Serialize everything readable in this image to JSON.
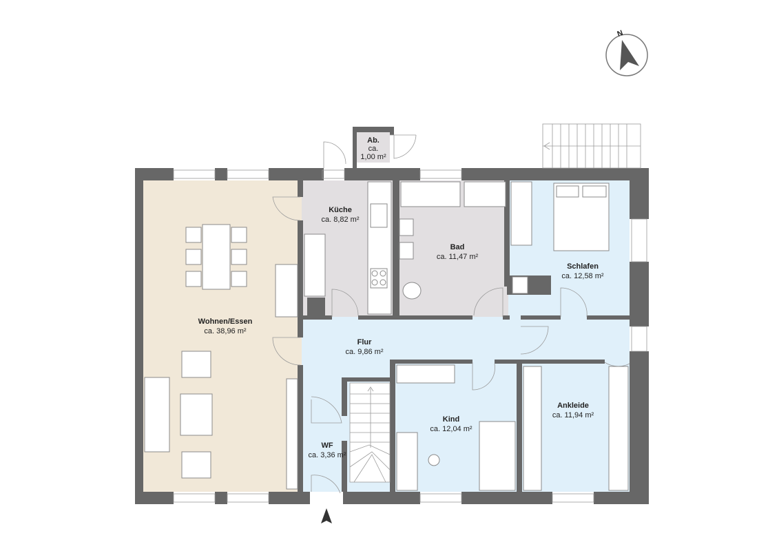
{
  "plan": {
    "compass_letter": "N",
    "rooms": [
      {
        "id": "wohnen",
        "name": "Wohnen/Essen",
        "area": "ca. 38,96 m²",
        "fill": "#f1e8d8"
      },
      {
        "id": "kueche",
        "name": "Küche",
        "area": "ca. 8,82 m²",
        "fill": "#e2dfe1"
      },
      {
        "id": "abstell",
        "name": "Ab.",
        "area_line1": "ca.",
        "area_line2": "1,00 m²",
        "fill": "#e2dfe1"
      },
      {
        "id": "bad",
        "name": "Bad",
        "area": "ca. 11,47 m²",
        "fill": "#e2dfe1"
      },
      {
        "id": "schlafen",
        "name": "Schlafen",
        "area": "ca. 12,58 m²",
        "fill": "#e0f0fa"
      },
      {
        "id": "flur",
        "name": "Flur",
        "area": "ca. 9,86 m²",
        "fill": "#e0f0fa"
      },
      {
        "id": "kind",
        "name": "Kind",
        "area": "ca. 12,04 m²",
        "fill": "#e0f0fa"
      },
      {
        "id": "ankleide",
        "name": "Ankleide",
        "area": "ca. 11,94 m²",
        "fill": "#e0f0fa"
      },
      {
        "id": "wf",
        "name": "WF",
        "area": "ca. 3,36 m²",
        "fill": "#e0f0fa"
      }
    ],
    "colors": {
      "wall": "#676767",
      "lines": "#8a8a8a"
    }
  }
}
